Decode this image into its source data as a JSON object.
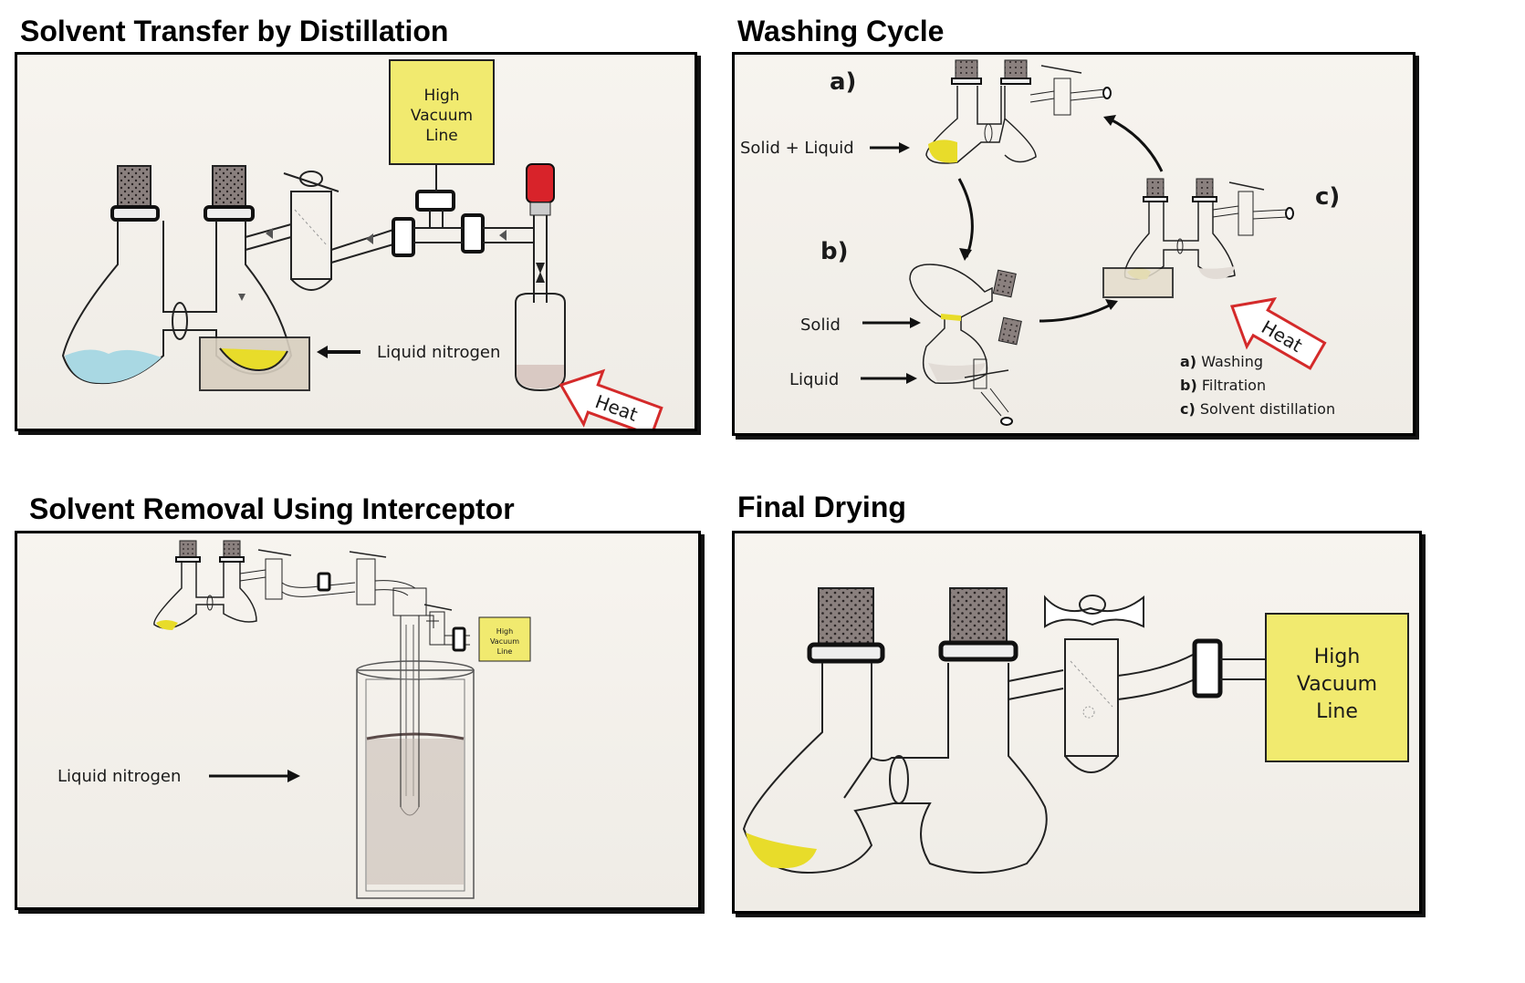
{
  "panels": [
    {
      "title": "Solvent Transfer by Distillation",
      "vacuum_box": [
        "High",
        "Vacuum",
        "Line"
      ],
      "liquid_nitrogen": "Liquid nitrogen",
      "heat": "Heat"
    },
    {
      "title": "Washing Cycle",
      "step_a": "a)",
      "step_b": "b)",
      "step_c": "c)",
      "solid_liquid": "Solid + Liquid",
      "solid": "Solid",
      "liquid": "Liquid",
      "heat": "Heat",
      "legend": [
        {
          "key": "a)",
          "text": "Washing"
        },
        {
          "key": "b)",
          "text": "Filtration"
        },
        {
          "key": "c)",
          "text": "Solvent distillation"
        }
      ]
    },
    {
      "title": "Solvent Removal Using Interceptor",
      "vacuum_box": [
        "High",
        "Vacuum",
        "Line"
      ],
      "liquid_nitrogen": "Liquid nitrogen"
    },
    {
      "title": "Final Drying",
      "vacuum_box": [
        "High",
        "Vacuum",
        "Line"
      ]
    }
  ],
  "colors": {
    "vacuum_box": "#f1ea6f",
    "solid_yellow": "#e8dc2a",
    "solvent_blue": "#a9d8e3",
    "heat_red": "#d42a2a",
    "tap_red": "#d8232a",
    "stopper_grey": "#6e6462"
  },
  "icons": [
    "flask-icon",
    "stopcock-icon",
    "arrow-icon",
    "heat-arrow-icon",
    "dewar-icon"
  ]
}
